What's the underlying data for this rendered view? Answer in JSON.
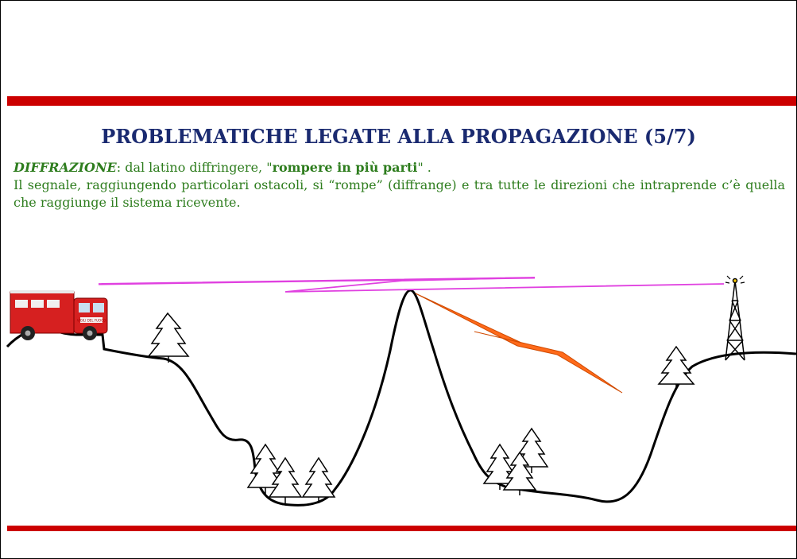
{
  "slide": {
    "title": "PROBLEMATICHE LEGATE ALLA PROPAGAZIONE (5/7)",
    "definition": {
      "term": "DIFFRAZIONE",
      "separator": ":  dal latino diffringere, \"",
      "emphasis": "rompere in più parti",
      "closing": "\" ."
    },
    "paragraph": "Il segnale, raggiungendo particolari ostacoli, si “rompe” (diffrange) e tra tutte le direzioni che intraprende c’è quella che raggiunge il sistema ricevente."
  },
  "illustration": {
    "truck_label": "VIGILI DEL FUOCO",
    "colors": {
      "red_bar": "#cc0000",
      "title": "#1a2a70",
      "text": "#2e7d1e",
      "direct_signal": "#e040e0",
      "diffracted_signal": "#ff6a1a",
      "terrain": "#000000"
    }
  }
}
